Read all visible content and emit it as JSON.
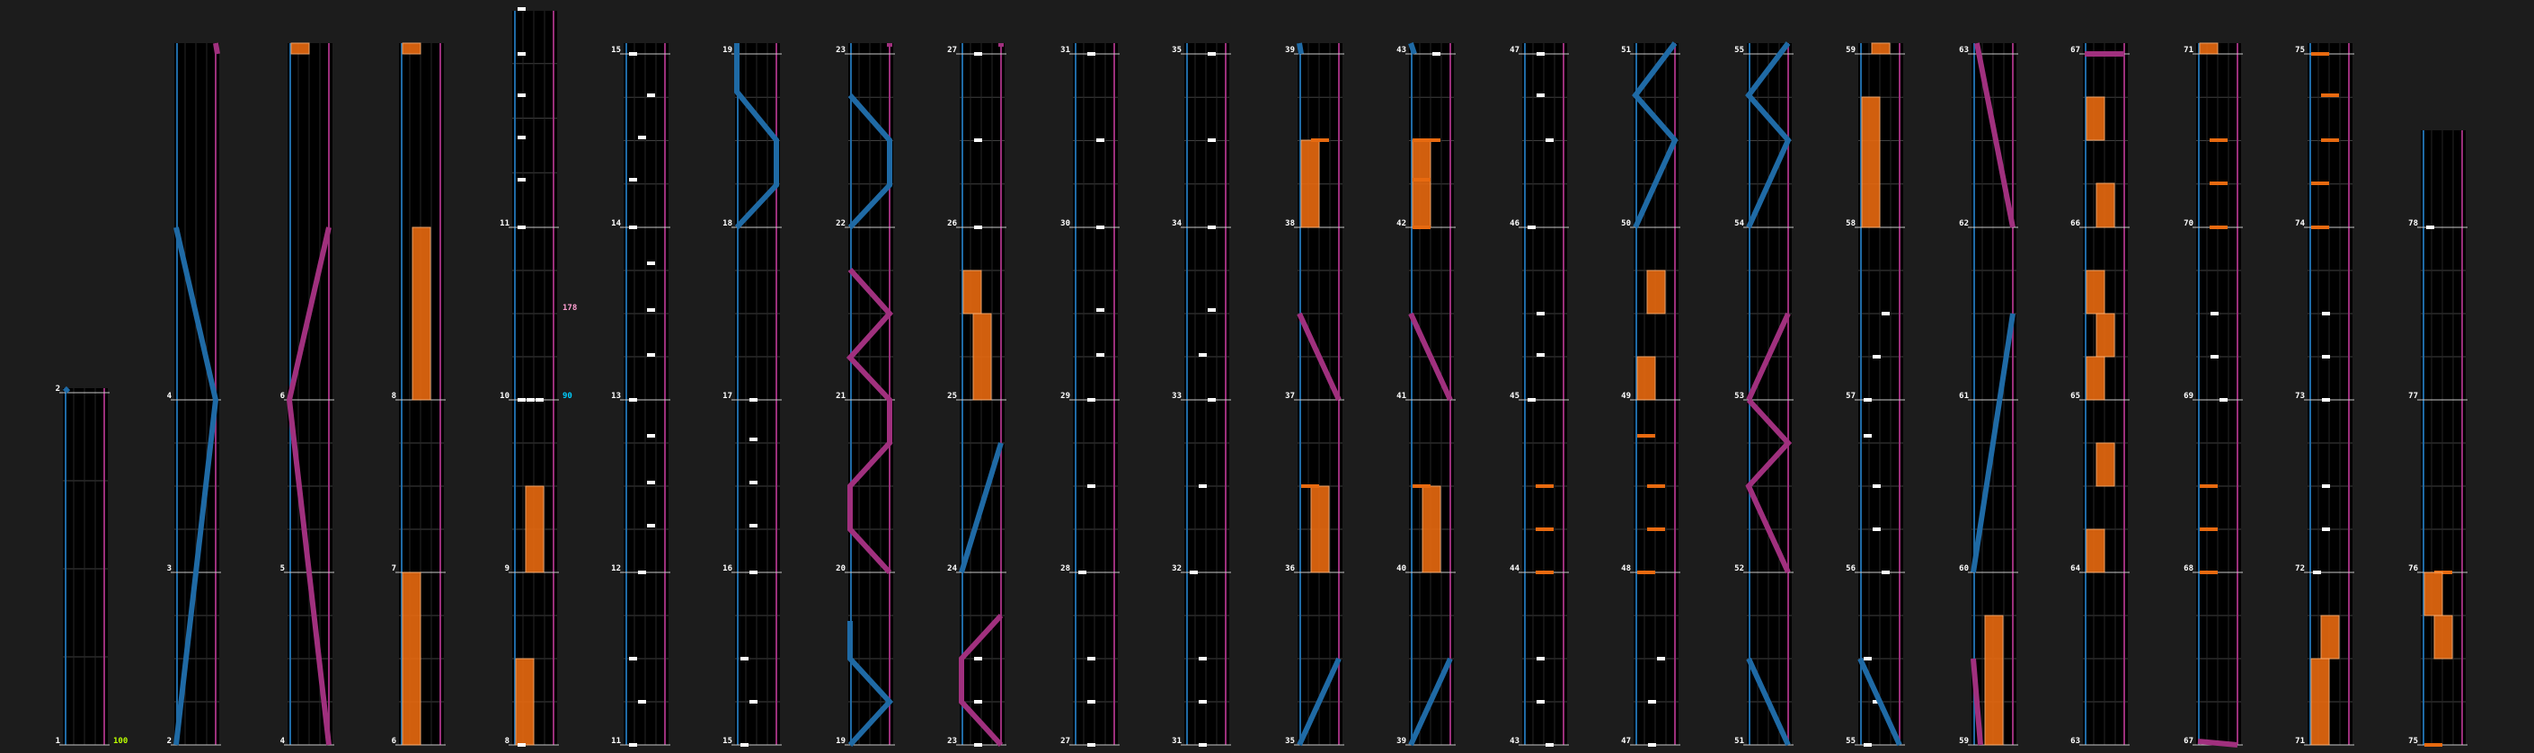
{
  "window": {
    "title": "Rhythm chart editor — column view"
  },
  "colors": {
    "background": "#1c1c1c",
    "lane": "#000000",
    "measure_line": "#c8c8c8",
    "beat_line": "#404040",
    "left_rail": "#1f6aa5",
    "right_rail": "#9a2f7a",
    "note": "#ffffff",
    "hold": "#e86a10",
    "blue_slide": "#1f6aa5",
    "pink_slide": "#a0307e",
    "bpm_text": "#bbff00",
    "bpm_change_text": "#ff9fd2",
    "stop_text": "#00cfff",
    "measure_number_text": "#ffffff"
  },
  "markers": {
    "bpm_start": "100",
    "bpm_change": "178",
    "stop": "90"
  },
  "columns": [
    {
      "measure_numbers": [
        "1",
        "2"
      ]
    },
    {
      "measure_numbers": [
        "2",
        "3",
        "4"
      ]
    },
    {
      "measure_numbers": [
        "4",
        "5",
        "6"
      ]
    },
    {
      "measure_numbers": [
        "6",
        "7",
        "8"
      ]
    },
    {
      "measure_numbers": [
        "8",
        "9",
        "10",
        "11"
      ]
    },
    {
      "measure_numbers": [
        "11",
        "12",
        "13",
        "14",
        "15"
      ]
    },
    {
      "measure_numbers": [
        "15",
        "16",
        "17",
        "18",
        "19"
      ]
    },
    {
      "measure_numbers": [
        "19",
        "20",
        "21",
        "22",
        "23"
      ]
    },
    {
      "measure_numbers": [
        "23",
        "24",
        "25",
        "26",
        "27"
      ]
    },
    {
      "measure_numbers": [
        "27",
        "28",
        "29",
        "30",
        "31"
      ]
    },
    {
      "measure_numbers": [
        "31",
        "32",
        "33",
        "34",
        "35"
      ]
    },
    {
      "measure_numbers": [
        "35",
        "36",
        "37",
        "38",
        "39"
      ]
    },
    {
      "measure_numbers": [
        "39",
        "40",
        "41",
        "42",
        "43"
      ]
    },
    {
      "measure_numbers": [
        "43",
        "44",
        "45",
        "46",
        "47"
      ]
    },
    {
      "measure_numbers": [
        "47",
        "48",
        "49",
        "50",
        "51"
      ]
    },
    {
      "measure_numbers": [
        "51",
        "52",
        "53",
        "54",
        "55"
      ]
    },
    {
      "measure_numbers": [
        "55",
        "56",
        "57",
        "58",
        "59"
      ]
    },
    {
      "measure_numbers": [
        "59",
        "60",
        "61",
        "62",
        "63"
      ]
    },
    {
      "measure_numbers": [
        "63",
        "64",
        "65",
        "66",
        "67"
      ]
    },
    {
      "measure_numbers": [
        "67",
        "68",
        "69",
        "70",
        "71"
      ]
    },
    {
      "measure_numbers": [
        "71",
        "72",
        "73",
        "74",
        "75"
      ]
    },
    {
      "measure_numbers": [
        "75",
        "76",
        "77",
        "78"
      ]
    }
  ]
}
